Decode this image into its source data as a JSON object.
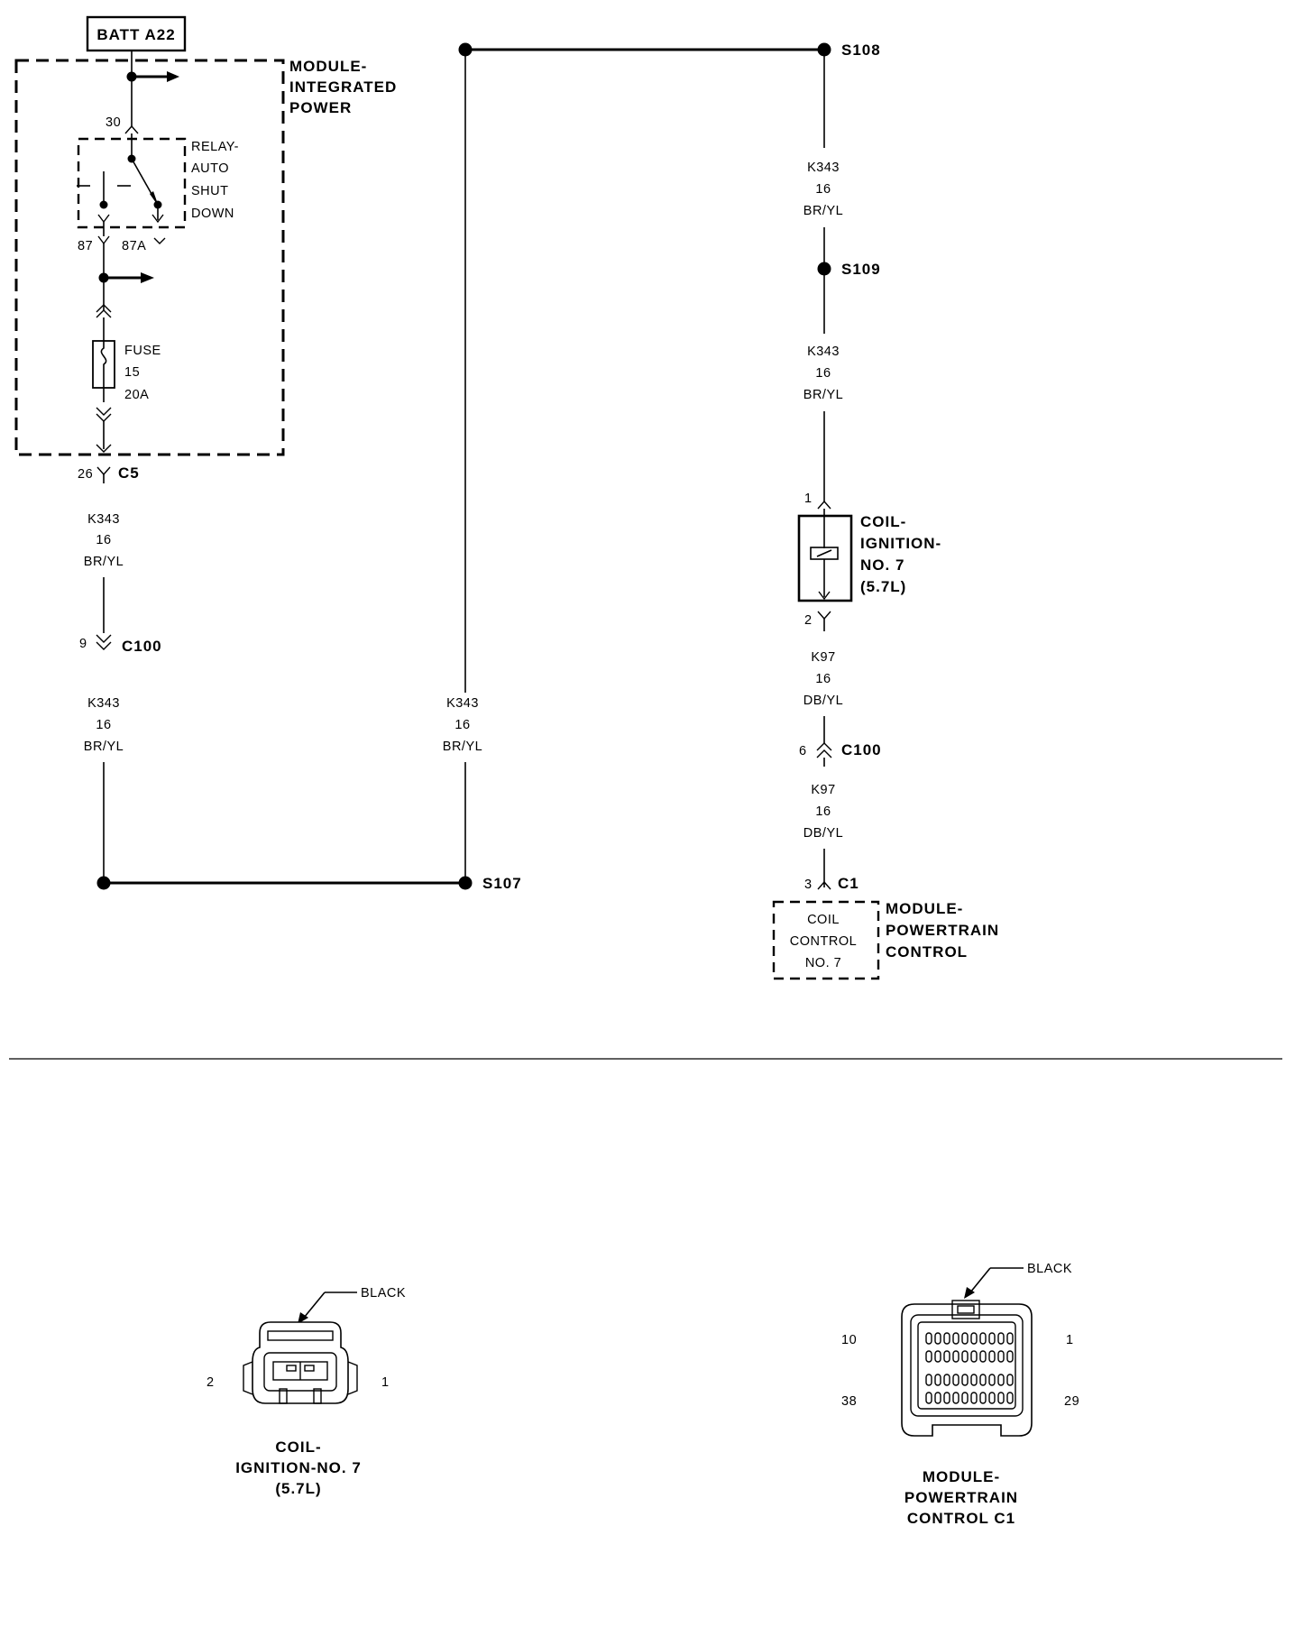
{
  "power_source": "BATT A22",
  "ipm": {
    "title_line1": "MODULE-",
    "title_line2": "INTEGRATED",
    "title_line3": "POWER"
  },
  "relay": {
    "label_line1": "RELAY-",
    "label_line2": "AUTO",
    "label_line3": "SHUT",
    "label_line4": "DOWN",
    "pin_30": "30",
    "pin_87": "87",
    "pin_87a": "87A"
  },
  "fuse": {
    "line1": "FUSE",
    "line2": "15",
    "line3": "20A"
  },
  "c5": {
    "name": "C5",
    "pin": "26"
  },
  "c100_left": {
    "name": "C100",
    "pin": "9"
  },
  "c100_right": {
    "name": "C100",
    "pin": "6"
  },
  "splices": {
    "s107": "S107",
    "s108": "S108",
    "s109": "S109"
  },
  "wire_k343": {
    "circuit": "K343",
    "gauge": "16",
    "color": "BR/YL"
  },
  "wire_k97": {
    "circuit": "K97",
    "gauge": "16",
    "color": "DB/YL"
  },
  "coil": {
    "line1": "COIL-",
    "line2": "IGNITION-",
    "line3": "NO. 7",
    "line4": "(5.7L)",
    "pin_1": "1",
    "pin_2": "2"
  },
  "pcm": {
    "connector": "C1",
    "pin": "3",
    "inner_line1": "COIL",
    "inner_line2": "CONTROL",
    "inner_line3": "NO. 7",
    "title_line1": "MODULE-",
    "title_line2": "POWERTRAIN",
    "title_line3": "CONTROL"
  },
  "coil_connector_view": {
    "color_label": "BLACK",
    "pin_left": "2",
    "pin_right": "1",
    "title_line1": "COIL-",
    "title_line2": "IGNITION-NO. 7",
    "title_line3": "(5.7L)"
  },
  "pcm_connector_view": {
    "color_label": "BLACK",
    "pin_top_left": "10",
    "pin_top_right": "1",
    "pin_bottom_left": "38",
    "pin_bottom_right": "29",
    "title_line1": "MODULE-",
    "title_line2": "POWERTRAIN",
    "title_line3": "CONTROL C1"
  }
}
